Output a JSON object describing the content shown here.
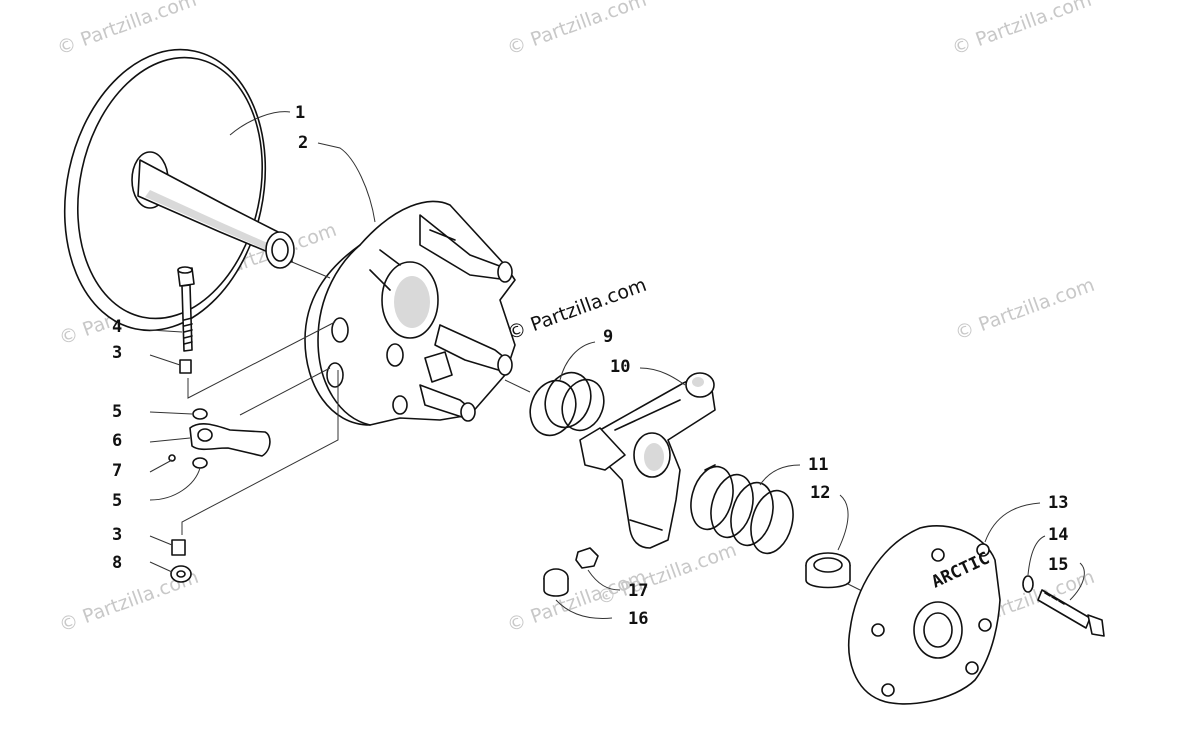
{
  "watermarks": [
    "© Partzilla.com",
    "© Partzilla.com",
    "© Partzilla.com",
    "© Partzilla.com",
    "© Partzilla.com",
    "© Partzilla.com",
    "© Partzilla.com",
    "© Partzilla.com",
    "© Partzilla.com",
    "© Partzilla.com"
  ],
  "watermark_center": "© Partzilla.com",
  "stamp": "ARCTIC",
  "callouts": [
    "1",
    "2",
    "3",
    "4",
    "5",
    "6",
    "7",
    "5",
    "3",
    "8",
    "9",
    "10",
    "11",
    "12",
    "13",
    "14",
    "15",
    "16",
    "17"
  ]
}
